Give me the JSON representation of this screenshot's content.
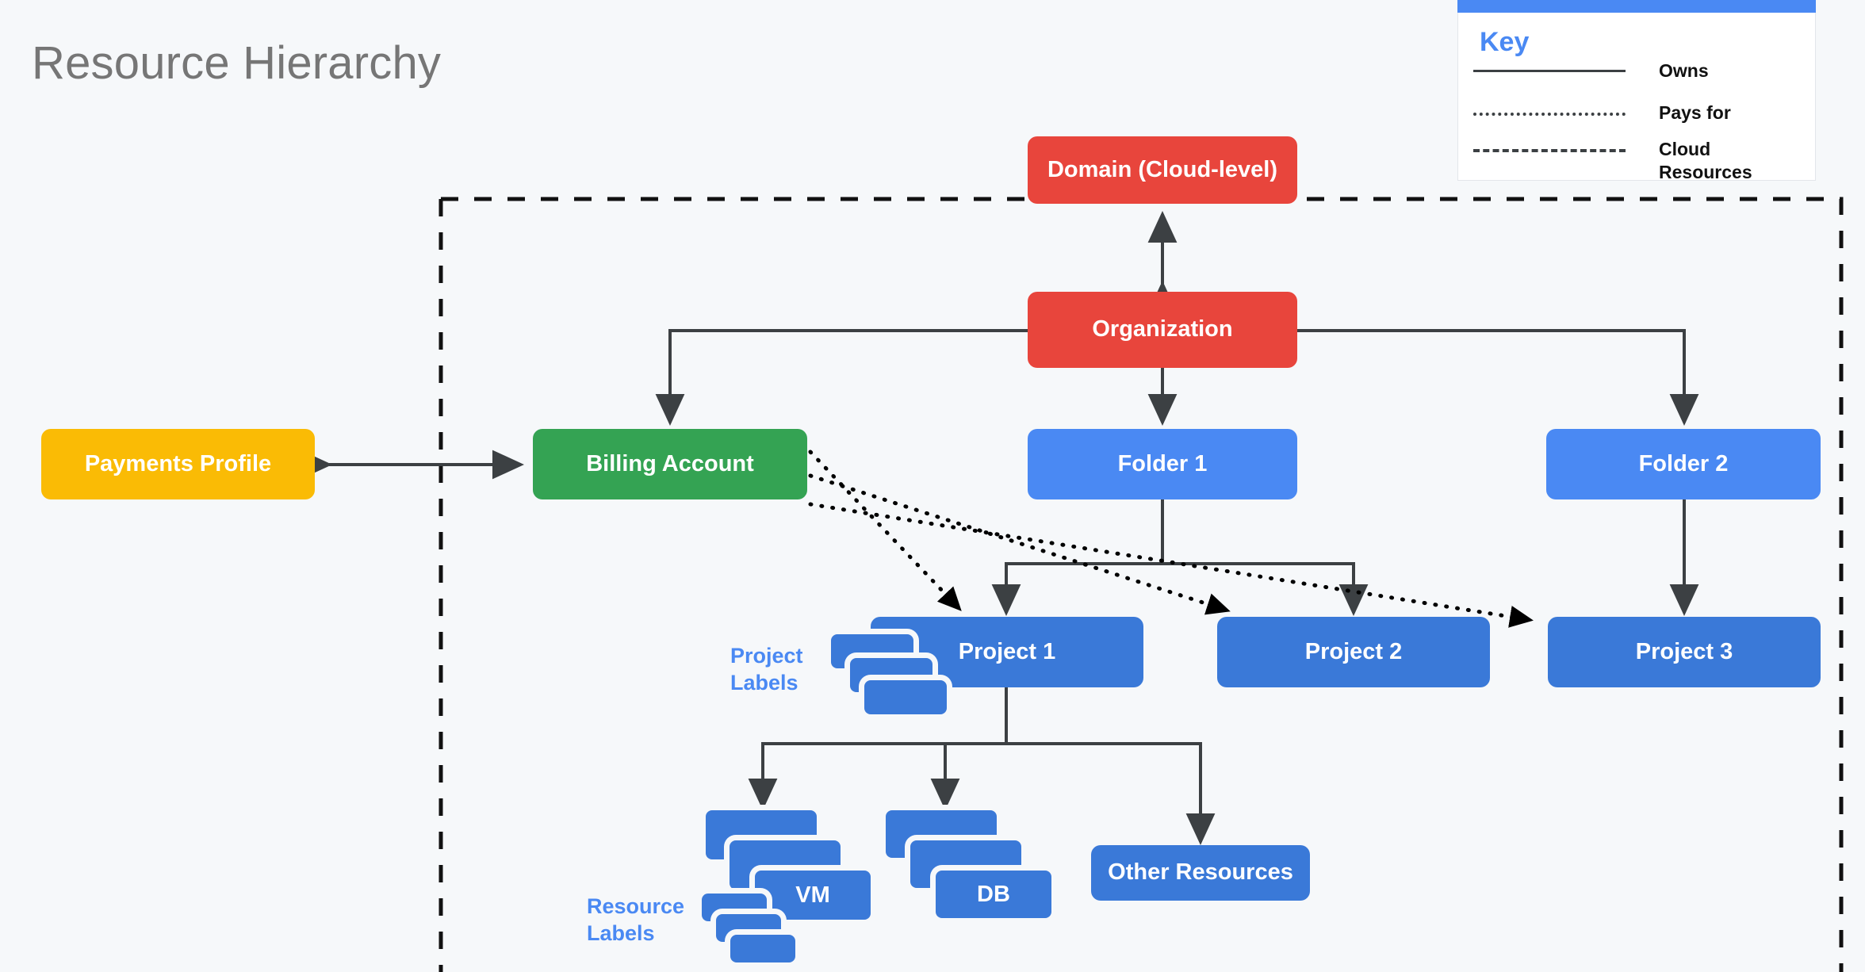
{
  "page": {
    "title": "Resource Hierarchy",
    "background": "#F6F8FA"
  },
  "colors": {
    "red": "#E8453C",
    "green": "#34A353",
    "yellow": "#FABB05",
    "folder_blue": "#4A89F3",
    "project_blue": "#3A79D8",
    "line": "#3c4043",
    "title_grey": "#767676",
    "key_accent": "#4A89F3"
  },
  "key": {
    "title": "Key",
    "entries": [
      {
        "label": "Owns",
        "style": "solid"
      },
      {
        "label": "Pays for",
        "style": "dotted"
      },
      {
        "label": "Cloud Resources",
        "style": "dashed"
      }
    ]
  },
  "nodes": {
    "domain": {
      "label": "Domain (Cloud-level)",
      "color": "red"
    },
    "organization": {
      "label": "Organization",
      "color": "red"
    },
    "payments_profile": {
      "label": "Payments Profile",
      "color": "yellow"
    },
    "billing_account": {
      "label": "Billing Account",
      "color": "green"
    },
    "folder1": {
      "label": "Folder 1",
      "color": "folder_blue"
    },
    "folder2": {
      "label": "Folder 2",
      "color": "folder_blue"
    },
    "project1": {
      "label": "Project 1",
      "color": "project_blue"
    },
    "project2": {
      "label": "Project 2",
      "color": "project_blue"
    },
    "project3": {
      "label": "Project 3",
      "color": "project_blue"
    },
    "vm": {
      "label": "VM",
      "color": "project_blue"
    },
    "db": {
      "label": "DB",
      "color": "project_blue"
    },
    "other_resources": {
      "label": "Other Resources",
      "color": "project_blue"
    }
  },
  "annotations": {
    "project_labels": "Project\nLabels",
    "project_labels_line1": "Project",
    "project_labels_line2": "Labels",
    "resource_labels_line1": "Resource",
    "resource_labels_line2": "Labels"
  },
  "edges": [
    {
      "from": "organization",
      "to": "domain",
      "style": "solid",
      "arrows": "both",
      "meaning": "Owns"
    },
    {
      "from": "organization",
      "to": "billing_account",
      "style": "solid",
      "arrows": "end",
      "meaning": "Owns"
    },
    {
      "from": "organization",
      "to": "folder1",
      "style": "solid",
      "arrows": "end",
      "meaning": "Owns"
    },
    {
      "from": "organization",
      "to": "folder2",
      "style": "solid",
      "arrows": "end",
      "meaning": "Owns"
    },
    {
      "from": "payments_profile",
      "to": "billing_account",
      "style": "solid",
      "arrows": "both",
      "meaning": "Owns"
    },
    {
      "from": "folder1",
      "to": "project1",
      "style": "solid",
      "arrows": "end",
      "meaning": "Owns"
    },
    {
      "from": "folder1",
      "to": "project2",
      "style": "solid",
      "arrows": "end",
      "meaning": "Owns"
    },
    {
      "from": "folder2",
      "to": "project3",
      "style": "solid",
      "arrows": "end",
      "meaning": "Owns"
    },
    {
      "from": "project1",
      "to": "vm",
      "style": "solid",
      "arrows": "end",
      "meaning": "Owns"
    },
    {
      "from": "project1",
      "to": "db",
      "style": "solid",
      "arrows": "end",
      "meaning": "Owns"
    },
    {
      "from": "project1",
      "to": "other_resources",
      "style": "solid",
      "arrows": "end",
      "meaning": "Owns"
    },
    {
      "from": "billing_account",
      "to": "project1",
      "style": "dotted",
      "arrows": "end",
      "meaning": "Pays for"
    },
    {
      "from": "billing_account",
      "to": "project2",
      "style": "dotted",
      "arrows": "end",
      "meaning": "Pays for"
    },
    {
      "from": "billing_account",
      "to": "project3",
      "style": "dotted",
      "arrows": "end",
      "meaning": "Pays for"
    }
  ],
  "regions": [
    {
      "name": "cloud-resources-boundary",
      "style": "dashed",
      "meaning": "Cloud Resources"
    }
  ]
}
